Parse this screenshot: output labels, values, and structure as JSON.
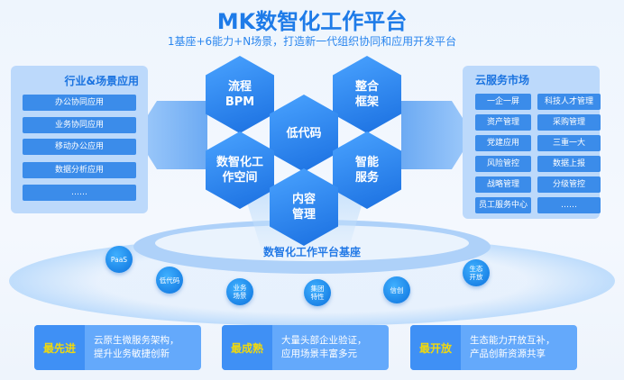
{
  "header": {
    "title": "MK数智化工作平台",
    "subtitle": "1基座+6能力+N场景，打造新一代组织协同和应用开发平台"
  },
  "left_panel": {
    "title": "行业&场景应用",
    "items": [
      "办公协同应用",
      "业务协同应用",
      "移动办公应用",
      "数据分析应用",
      "……"
    ]
  },
  "right_panel": {
    "title": "云服务市场",
    "items": [
      "一企一屏",
      "科技人才管理",
      "资产管理",
      "采购管理",
      "党建应用",
      "三重一大",
      "风险管控",
      "数据上报",
      "战略管理",
      "分级管控",
      "员工服务中心",
      "……"
    ]
  },
  "hexagons": [
    {
      "line1": "流程",
      "line2": "BPM"
    },
    {
      "line1": "整合",
      "line2": "框架"
    },
    {
      "line1": "低代码",
      "line2": ""
    },
    {
      "line1": "数智化工",
      "line2": "作空间"
    },
    {
      "line1": "智能",
      "line2": "服务"
    },
    {
      "line1": "内容",
      "line2": "管理"
    }
  ],
  "base": {
    "label": "数智化工作平台基座",
    "balls": [
      {
        "l1": "PaaS",
        "l2": ""
      },
      {
        "l1": "低代码",
        "l2": ""
      },
      {
        "l1": "业务",
        "l2": "场景"
      },
      {
        "l1": "集团",
        "l2": "特性"
      },
      {
        "l1": "信创",
        "l2": ""
      },
      {
        "l1": "生态",
        "l2": "开放"
      }
    ]
  },
  "cards": [
    {
      "label": "最先进",
      "l1": "云原生微服务架构，",
      "l2": "提升业务敏捷创新"
    },
    {
      "label": "最成熟",
      "l1": "大量头部企业验证，",
      "l2": "应用场景丰富多元"
    },
    {
      "label": "最开放",
      "l1": "生态能力开放互补，",
      "l2": "产品创新资源共享"
    }
  ]
}
